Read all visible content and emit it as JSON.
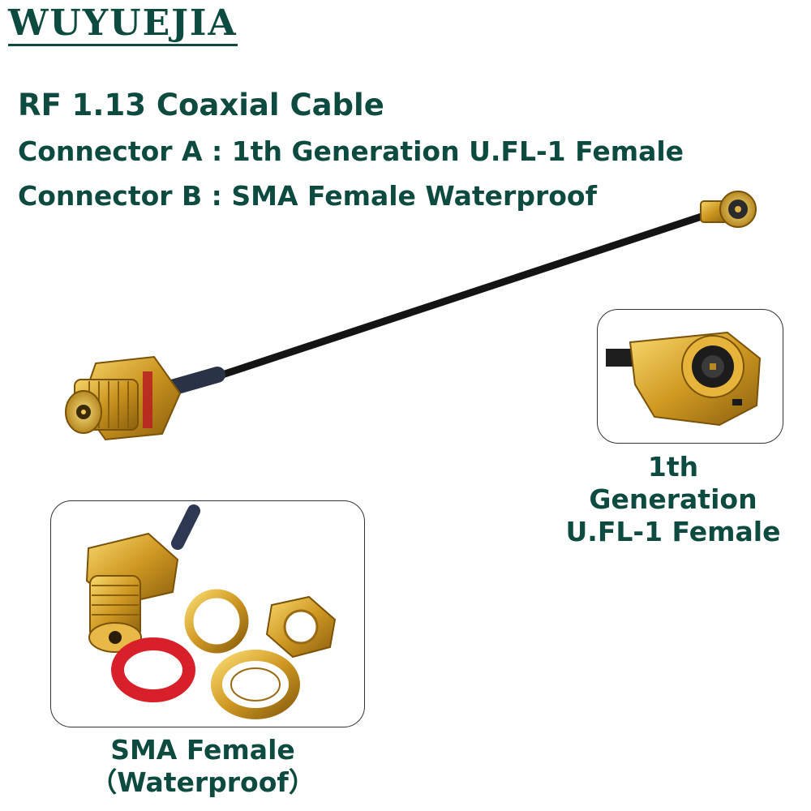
{
  "brand": {
    "name": "WUYUEJIA"
  },
  "product": {
    "title": "RF 1.13 Coaxial Cable",
    "connector_a": "Connector A : 1th Generation U.FL-1 Female",
    "connector_b": "Connector B : SMA Female Waterproof"
  },
  "callouts": {
    "a_line1": "1th Generation",
    "a_line2": "U.FL-1 Female",
    "b_line1": "SMA Female",
    "b_line2": "（Waterproof）"
  },
  "colors": {
    "text": "#0d4a3f",
    "gold": "#d9a72c",
    "cable": "#141414",
    "gasket": "#d8202b"
  }
}
